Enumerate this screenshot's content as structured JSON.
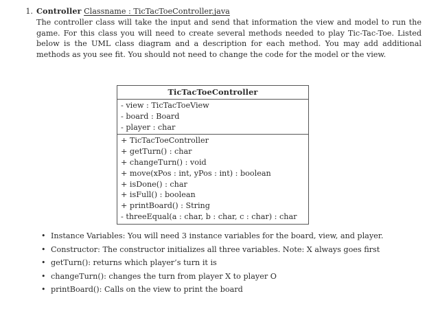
{
  "document": {
    "item_number": "1.",
    "heading": {
      "bold_part": "Controller",
      "underlined_part": "Classname : TicTacToeController.java"
    },
    "paragraph": "The controller class will take the input and send that information the view and model to run the game. For this class you will need to create several methods needed to play Tic-Tac-Toe. Listed below is the UML class diagram and a description for each method. You may add additional methods as you see fit. You should not need to change the code for the model or the view."
  },
  "uml_diagram": {
    "class_name": "TicTacToeController",
    "attributes": [
      "- view : TicTacToeView",
      "- board : Board",
      "- player : char"
    ],
    "methods": [
      "+ TicTacToeController",
      "+ getTurn() : char",
      "+ changeTurn() : void",
      "+ move(xPos : int, yPos : int) : boolean",
      "+ isDone() : char",
      "+ isFull() : boolean",
      "+ printBoard() : String",
      "- threeEqual(a : char, b : char, c : char) : char"
    ]
  },
  "method_descriptions": {
    "bullet_glyph": "•",
    "items": [
      "Instance Variables: You will need 3 instance variables for the board, view, and player.",
      "Constructor: The constructor initializes all three variables. Note: X always goes first",
      "getTurn(): returns which player’s turn it is",
      "changeTurn(): changes the turn from player X to player O",
      "printBoard(): Calls on the view to print the board"
    ]
  },
  "colors": {
    "text": "#2b2b2b",
    "border": "#555555",
    "background": "#ffffff"
  }
}
